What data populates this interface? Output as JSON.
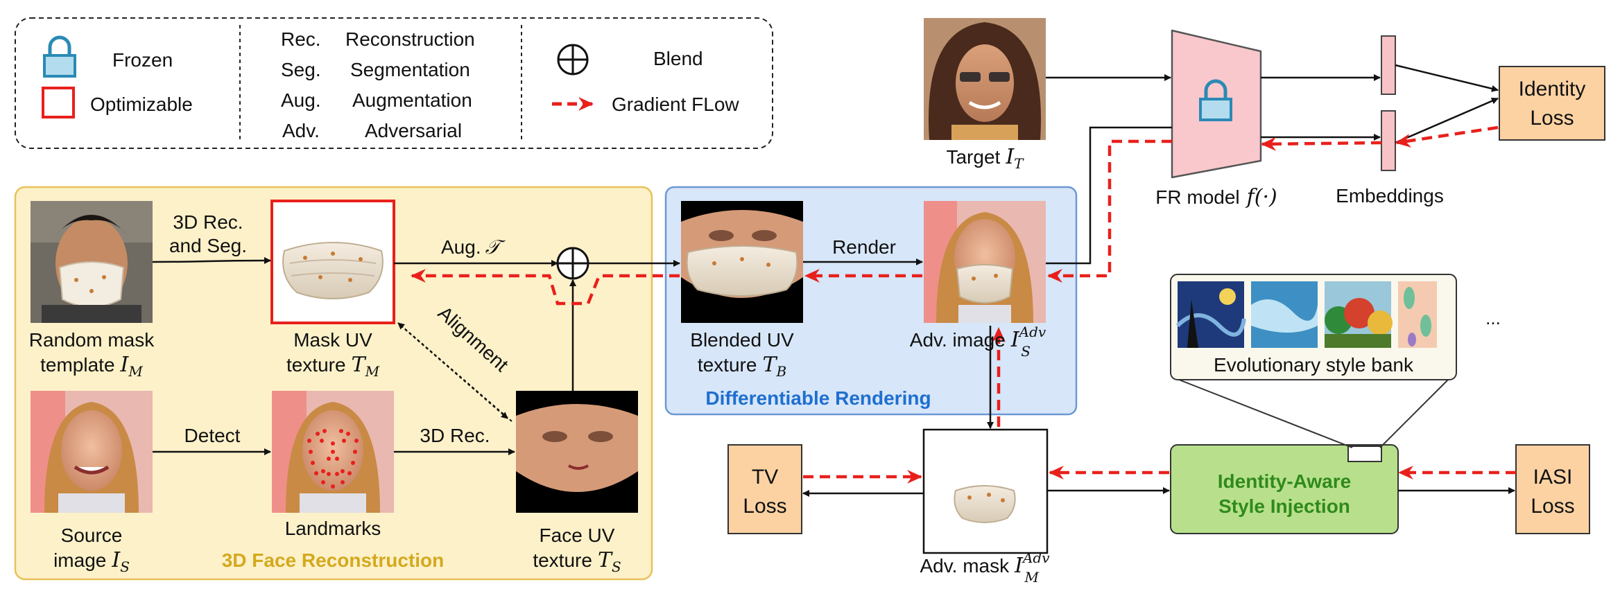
{
  "legend": {
    "frozen": "Frozen",
    "optimizable": "Optimizable",
    "abbr": [
      {
        "short": "Rec.",
        "long": "Reconstruction"
      },
      {
        "short": "Seg.",
        "long": "Segmentation"
      },
      {
        "short": "Aug.",
        "long": "Augmentation"
      },
      {
        "short": "Adv.",
        "long": "Adversarial"
      }
    ],
    "blend": "Blend",
    "gradient": "Gradient FLow"
  },
  "panels": {
    "face_recon": "3D Face Reconstruction",
    "diff_render": "Differentiable Rendering",
    "iasi_line1": "Identity-Aware",
    "iasi_line2": "Style Injection"
  },
  "nodes": {
    "random_mask_1": "Random mask",
    "random_mask_2": "template",
    "random_mask_sym": "I",
    "random_mask_sub": "M",
    "mask_uv_1": "Mask UV",
    "mask_uv_2": "texture",
    "mask_uv_sym": "T",
    "mask_uv_sub": "M",
    "source_1": "Source",
    "source_2": "image",
    "source_sym": "I",
    "source_sub": "S",
    "landmarks": "Landmarks",
    "face_uv_1": "Face UV",
    "face_uv_2": "texture",
    "face_uv_sym": "T",
    "face_uv_sub": "S",
    "blended_1": "Blended UV",
    "blended_2": "texture",
    "blended_sym": "T",
    "blended_sub": "B",
    "adv_image": "Adv. image",
    "adv_image_sym": "I",
    "adv_image_sub": "S",
    "adv_image_sup": "Adv",
    "adv_mask": "Adv. mask",
    "adv_mask_sym": "I",
    "adv_mask_sub": "M",
    "adv_mask_sup": "Adv",
    "target": "Target",
    "target_sym": "I",
    "target_sub": "T",
    "fr_model": "FR model",
    "fr_func": "f(·)",
    "embeddings": "Embeddings",
    "style_bank": "Evolutionary style bank",
    "style_more": "...",
    "identity_loss_1": "Identity",
    "identity_loss_2": "Loss",
    "tv_loss_1": "TV",
    "tv_loss_2": "Loss",
    "iasi_loss_1": "IASI",
    "iasi_loss_2": "Loss"
  },
  "edges": {
    "rec_seg_1": "3D Rec.",
    "rec_seg_2": "and Seg.",
    "aug": "Aug.",
    "aug_sym": "𝒯",
    "render": "Render",
    "detect": "Detect",
    "rec3d": "3D Rec.",
    "alignment": "Alignment"
  },
  "colors": {
    "face_panel_bg": "#fdf1c9",
    "face_panel_border": "#e8c15a",
    "face_panel_title": "#d4a91e",
    "render_panel_bg": "#d7e6f9",
    "render_panel_border": "#6d98d4",
    "render_panel_title": "#1f6fcf",
    "loss_box": "#fcd2a3",
    "iasi_box": "#b8e08c",
    "iasi_title": "#2f8a1b",
    "fr_model": "#f9c8cc",
    "gradient": "#e8201c",
    "optimizable": "#e8201c",
    "lock": "#2a8ab5"
  }
}
